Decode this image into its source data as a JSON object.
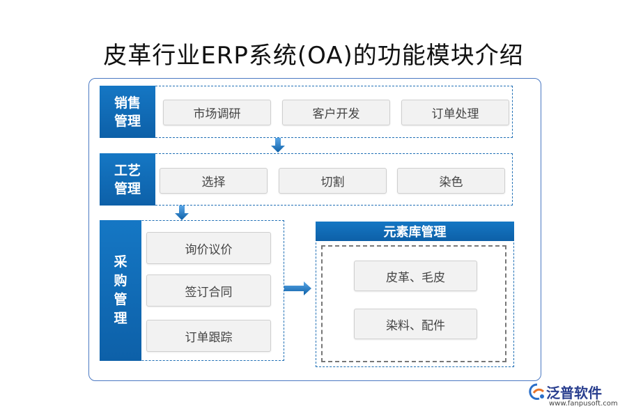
{
  "title": "皮革行业ERP系统(OA)的功能模块介绍",
  "sales": {
    "label_line1": "销售",
    "label_line2": "管理",
    "items": [
      "市场调研",
      "客户开发",
      "订单处理"
    ]
  },
  "craft": {
    "label_line1": "工艺",
    "label_line2": "管理",
    "items": [
      "选择",
      "切割",
      "染色"
    ]
  },
  "purchase": {
    "label_chars": [
      "采",
      "购",
      "管",
      "理"
    ],
    "items": [
      "询价议价",
      "签订合同",
      "订单跟踪"
    ]
  },
  "elements": {
    "header": "元素库管理",
    "items": [
      "皮革、毛皮",
      "染料、配件"
    ]
  },
  "logo": {
    "name": "泛普软件",
    "url": "www.fanpusoft.com"
  },
  "colors": {
    "accent": "#1577c4",
    "border": "#4a78c2",
    "box_bg": "#f2f2f2"
  }
}
